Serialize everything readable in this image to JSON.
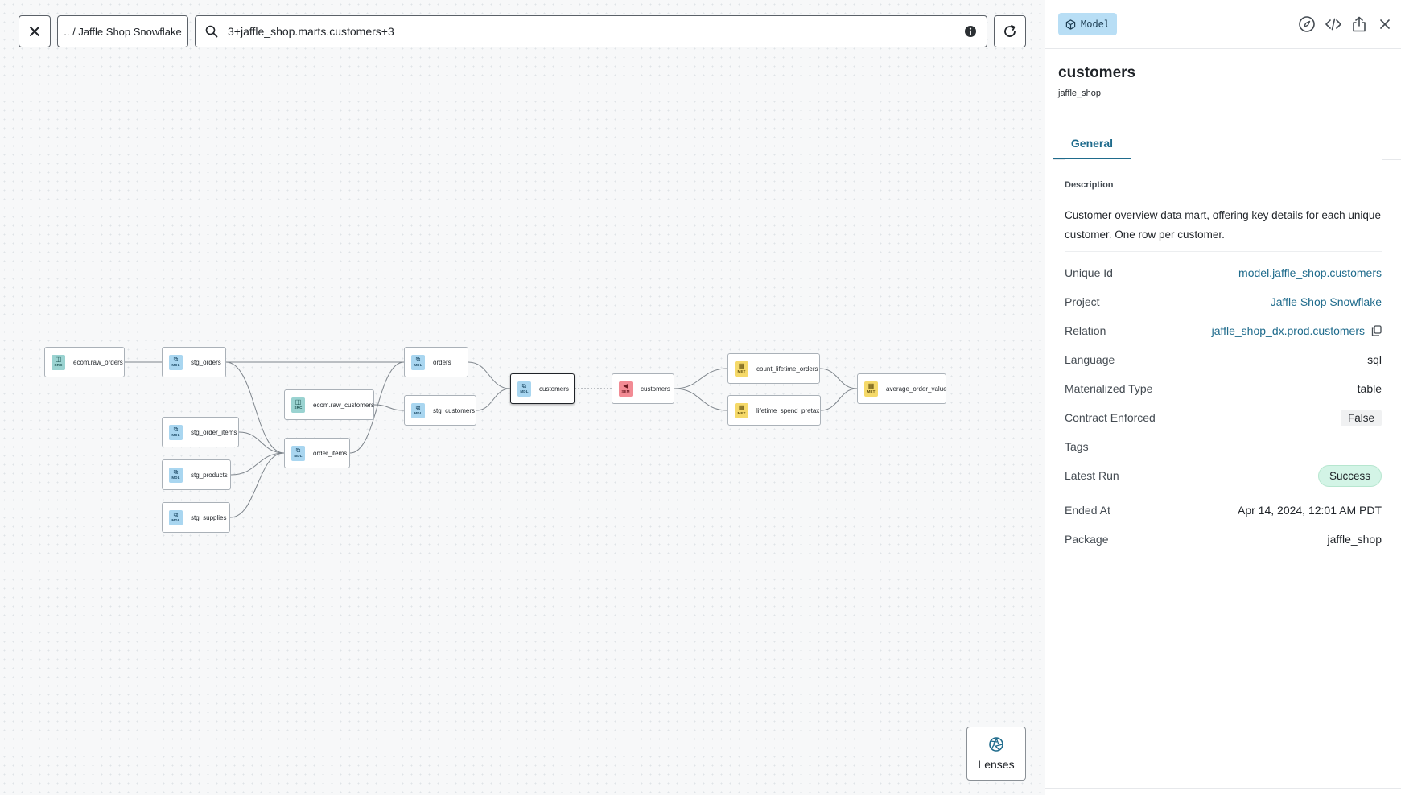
{
  "toolbar": {
    "breadcrumb": ".. / Jaffle Shop Snowflake",
    "search_value": "3+jaffle_shop.marts.customers+3",
    "close_icon": "close-icon",
    "refresh_icon": "refresh-icon",
    "info_icon": "info-icon",
    "search_icon": "search-icon"
  },
  "lenses": {
    "label": "Lenses",
    "icon": "aperture-icon"
  },
  "lineage": {
    "nodes": [
      {
        "id": "ecom_raw_orders",
        "label": "ecom.raw_orders",
        "type": "SRC"
      },
      {
        "id": "stg_orders",
        "label": "stg_orders",
        "type": "MDL"
      },
      {
        "id": "stg_order_items",
        "label": "stg_order_items",
        "type": "MDL"
      },
      {
        "id": "stg_products",
        "label": "stg_products",
        "type": "MDL"
      },
      {
        "id": "stg_supplies",
        "label": "stg_supplies",
        "type": "MDL"
      },
      {
        "id": "ecom_raw_customers",
        "label": "ecom.raw_customers",
        "type": "SRC"
      },
      {
        "id": "order_items",
        "label": "order_items",
        "type": "MDL"
      },
      {
        "id": "orders",
        "label": "orders",
        "type": "MDL"
      },
      {
        "id": "stg_customers",
        "label": "stg_customers",
        "type": "MDL"
      },
      {
        "id": "customers_model",
        "label": "customers",
        "type": "MDL"
      },
      {
        "id": "customers_sem",
        "label": "customers",
        "type": "SEM"
      },
      {
        "id": "count_lifetime_orders",
        "label": "count_lifetime_orders",
        "type": "MET"
      },
      {
        "id": "lifetime_spend_pretax",
        "label": "lifetime_spend_pretax",
        "type": "MET"
      },
      {
        "id": "average_order_value",
        "label": "average_order_value",
        "type": "MET"
      }
    ],
    "edges": [
      [
        "ecom_raw_orders",
        "stg_orders"
      ],
      [
        "stg_orders",
        "orders"
      ],
      [
        "stg_orders",
        "order_items"
      ],
      [
        "stg_order_items",
        "order_items"
      ],
      [
        "stg_products",
        "order_items"
      ],
      [
        "stg_supplies",
        "order_items"
      ],
      [
        "order_items",
        "orders"
      ],
      [
        "ecom_raw_customers",
        "stg_customers"
      ],
      [
        "orders",
        "customers_model"
      ],
      [
        "stg_customers",
        "customers_model"
      ],
      [
        "customers_model",
        "customers_sem"
      ],
      [
        "customers_sem",
        "count_lifetime_orders"
      ],
      [
        "customers_sem",
        "lifetime_spend_pretax"
      ],
      [
        "count_lifetime_orders",
        "average_order_value"
      ],
      [
        "lifetime_spend_pretax",
        "average_order_value"
      ]
    ],
    "selected": "customers_model",
    "colors": {
      "SRC": "#9ad3d1",
      "MDL": "#a9d6f0",
      "SEM": "#f28b94",
      "MET": "#f5d969"
    }
  },
  "panel": {
    "badge": "Model",
    "badge_icon": "cube-icon",
    "header_icons": [
      "compass-icon",
      "code-icon",
      "share-icon",
      "close-icon"
    ],
    "title": "customers",
    "subtitle": "jaffle_shop",
    "tab": "General",
    "description_label": "Description",
    "description": "Customer overview data mart, offering key details for each unique customer. One row per customer.",
    "properties": {
      "unique_id": {
        "key": "Unique Id",
        "value": "model.jaffle_shop.customers"
      },
      "project": {
        "key": "Project",
        "value": "Jaffle Shop Snowflake"
      },
      "relation": {
        "key": "Relation",
        "value": "jaffle_shop_dx.prod.customers"
      },
      "language": {
        "key": "Language",
        "value": "sql"
      },
      "materialized": {
        "key": "Materialized Type",
        "value": "table"
      },
      "contract": {
        "key": "Contract Enforced",
        "value": "False"
      },
      "tags": {
        "key": "Tags",
        "value": ""
      },
      "latest_run": {
        "key": "Latest Run",
        "value": "Success"
      },
      "ended_at": {
        "key": "Ended At",
        "value": "Apr 14, 2024, 12:01 AM PDT"
      },
      "package": {
        "key": "Package",
        "value": "jaffle_shop"
      }
    },
    "colors": {
      "accent": "#1f6b8c",
      "success_bg": "#d3f4e6",
      "success_text": "#14603e"
    }
  }
}
